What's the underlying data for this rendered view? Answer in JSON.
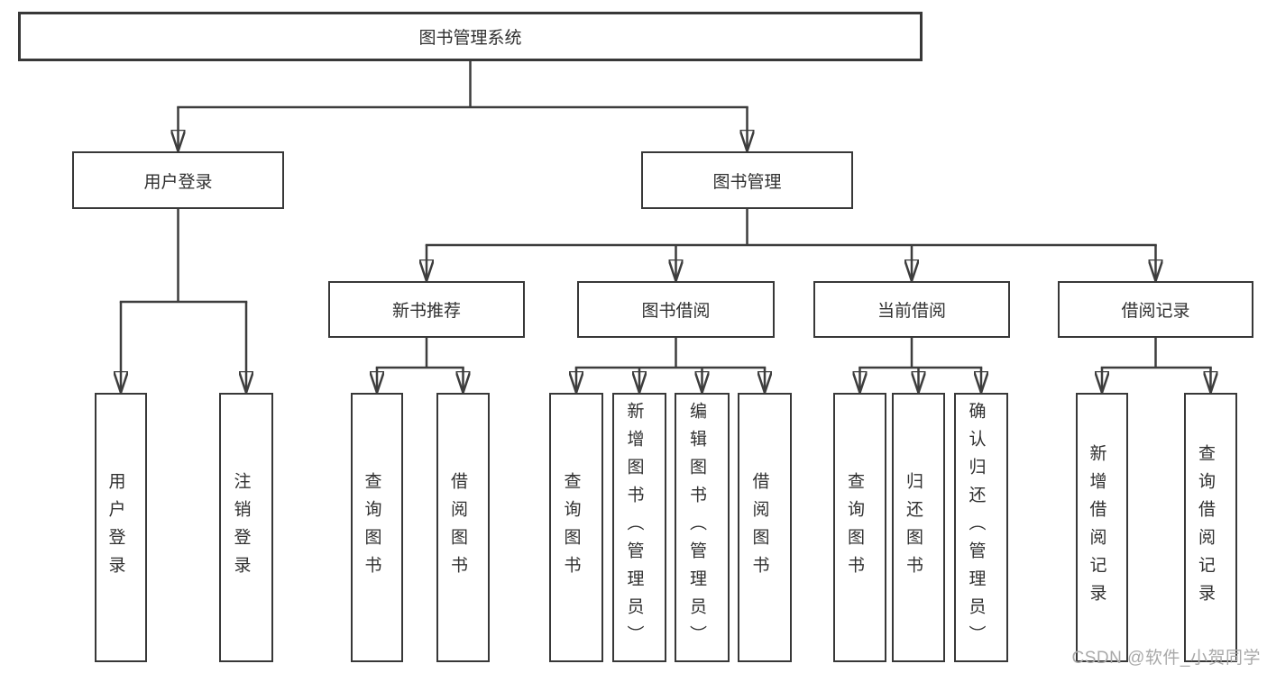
{
  "diagram_type": "hierarchy-tree",
  "root": {
    "id": "library-management-system",
    "label": "图书管理系统"
  },
  "level2": [
    {
      "id": "user-login",
      "label": "用户登录",
      "parent": "library-management-system"
    },
    {
      "id": "book-management",
      "label": "图书管理",
      "parent": "library-management-system"
    }
  ],
  "level3": [
    {
      "id": "new-book-recommend",
      "label": "新书推荐",
      "parent": "book-management"
    },
    {
      "id": "book-borrowing",
      "label": "图书借阅",
      "parent": "book-management"
    },
    {
      "id": "current-borrowing",
      "label": "当前借阅",
      "parent": "book-management"
    },
    {
      "id": "borrowing-records",
      "label": "借阅记录",
      "parent": "book-management"
    }
  ],
  "leaves": [
    {
      "label": "用户登录",
      "parent": "user-login"
    },
    {
      "label": "注销登录",
      "parent": "user-login"
    },
    {
      "label": "查询图书",
      "parent": "new-book-recommend"
    },
    {
      "label": "借阅图书",
      "parent": "new-book-recommend"
    },
    {
      "label": "查询图书",
      "parent": "book-borrowing"
    },
    {
      "label": "新增图书（管理员）",
      "parent": "book-borrowing"
    },
    {
      "label": "编辑图书（管理员）",
      "parent": "book-borrowing"
    },
    {
      "label": "借阅图书",
      "parent": "book-borrowing"
    },
    {
      "label": "查询图书",
      "parent": "current-borrowing"
    },
    {
      "label": "归还图书",
      "parent": "current-borrowing"
    },
    {
      "label": "确认归还（管理员）",
      "parent": "current-borrowing"
    },
    {
      "label": "新增借阅记录",
      "parent": "borrowing-records"
    },
    {
      "label": "查询借阅记录",
      "parent": "borrowing-records"
    }
  ],
  "watermark": {
    "text": "CSDN @软件_小贺同学",
    "color": "#a9a9a9"
  },
  "colors": {
    "line": "#3d3d3d",
    "border": "#383838",
    "text": "#303030",
    "background": "#ffffff"
  }
}
